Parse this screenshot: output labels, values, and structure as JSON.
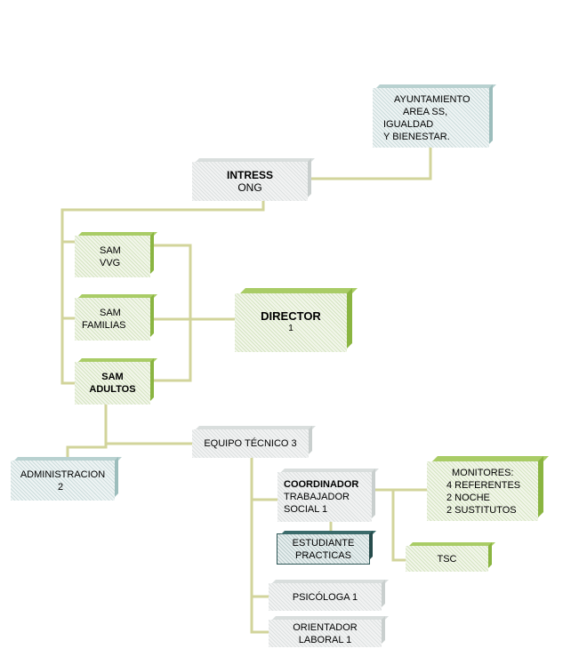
{
  "nodes": {
    "ayuntamiento": {
      "lines": [
        "AYUNTAMIENTO",
        "AREA SS,",
        "IGUALDAD",
        "Y  BIENESTAR."
      ]
    },
    "intress": {
      "title": "INTRESS",
      "subtitle": "ONG"
    },
    "sam_vvg": {
      "lines": [
        "SAM",
        "VVG"
      ]
    },
    "sam_familias": {
      "lines": [
        "SAM",
        "FAMILIAS"
      ]
    },
    "sam_adultos": {
      "lines": [
        "SAM",
        "ADULTOS"
      ]
    },
    "director": {
      "title": "DIRECTOR",
      "subtitle": "1"
    },
    "equipo_tecnico": {
      "label": "EQUIPO TÉCNICO 3"
    },
    "administracion": {
      "lines": [
        "ADMINISTRACION",
        "2"
      ]
    },
    "coordinador": {
      "title": "COORDINADOR",
      "lines": [
        "TRABAJADOR",
        "SOCIAL 1"
      ]
    },
    "estudiante": {
      "lines": [
        "ESTUDIANTE",
        "PRACTICAS"
      ]
    },
    "monitores": {
      "lines": [
        "MONITORES:",
        "4 REFERENTES",
        "2 NOCHE",
        "2 SUSTITUTOS"
      ]
    },
    "tsc": {
      "label": "TSC"
    },
    "psicologa": {
      "label": "PSICÓLOGA 1"
    },
    "orientador": {
      "lines": [
        "ORIENTADOR",
        "LABORAL 1"
      ]
    }
  },
  "colors": {
    "connector_gray": "#d7d79a",
    "green_accent": "#8ab541",
    "teal_accent": "#9cbdbc",
    "dark_teal": "#264c4c"
  }
}
